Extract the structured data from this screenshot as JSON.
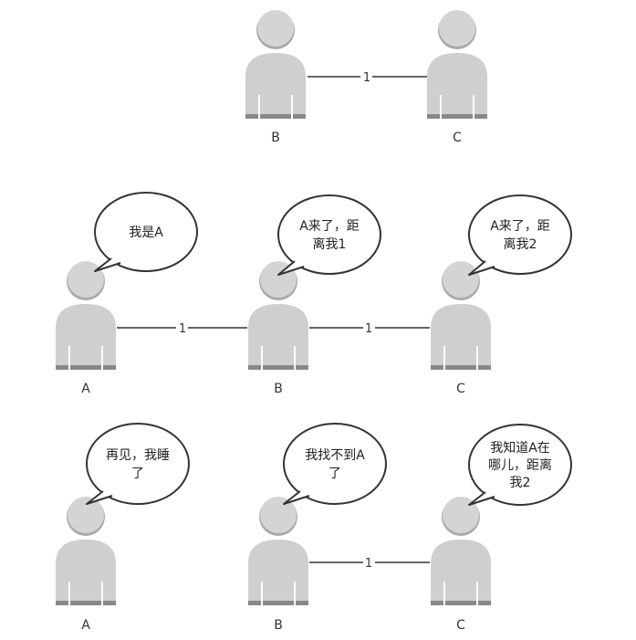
{
  "scene1": {
    "people": {
      "B": "B",
      "C": "C"
    },
    "links": [
      "1"
    ]
  },
  "scene2": {
    "people": {
      "A": "A",
      "B": "B",
      "C": "C"
    },
    "links": [
      "1",
      "1"
    ],
    "bubbles": {
      "A": [
        "我是A"
      ],
      "B": [
        "A来了，距",
        "离我1"
      ],
      "C": [
        "A来了，距",
        "离我2"
      ]
    }
  },
  "scene3": {
    "people": {
      "A": "A",
      "B": "B",
      "C": "C"
    },
    "links": [
      "1"
    ],
    "bubbles": {
      "A": [
        "再见，我睡",
        "了"
      ],
      "B": [
        "我找不到A",
        "了"
      ],
      "C": [
        "我知道A在",
        "哪儿，距离",
        "我2"
      ]
    }
  }
}
